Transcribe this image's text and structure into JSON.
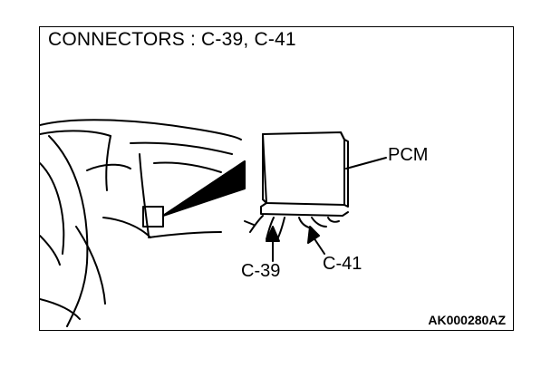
{
  "title": "CONNECTORS : C-39, C-41",
  "labels": {
    "pcm": "PCM",
    "connector_a": "C-39",
    "connector_b": "C-41"
  },
  "figure_code": "AK000280AZ"
}
